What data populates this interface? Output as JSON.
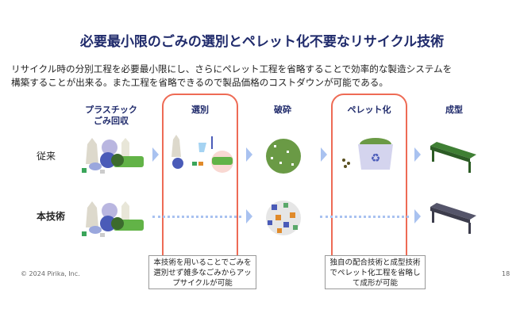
{
  "title": "必要最小限のごみの選別とペレット化不要なリサイクル技術",
  "description": [
    "リサイクル時の分別工程を必要最小限にし、さらにペレット工程を省略することで効率的な製造システムを",
    "構築することが出来る。また工程を省略できるので製品価格のコストダウンが可能である。"
  ],
  "columns": [
    {
      "label": "プラスチック\nごみ回収"
    },
    {
      "label": "選別"
    },
    {
      "label": "破砕"
    },
    {
      "label": "ペレット化"
    },
    {
      "label": "成型"
    }
  ],
  "rows": [
    {
      "label": "従来"
    },
    {
      "label": "本技術"
    }
  ],
  "callouts": [
    "本技術を用いることでごみを選別せず雑多なごみからアップサイクルが可能",
    "独自の配合技術と成型技術でペレット化工程を省略して成形が可能"
  ],
  "footer": {
    "copyright": "© 2024 Pirika, Inc.",
    "page": "18"
  },
  "colors": {
    "accent": "#ee6b55",
    "title": "#1f2a6b",
    "arrow": "#a9c2f0"
  }
}
